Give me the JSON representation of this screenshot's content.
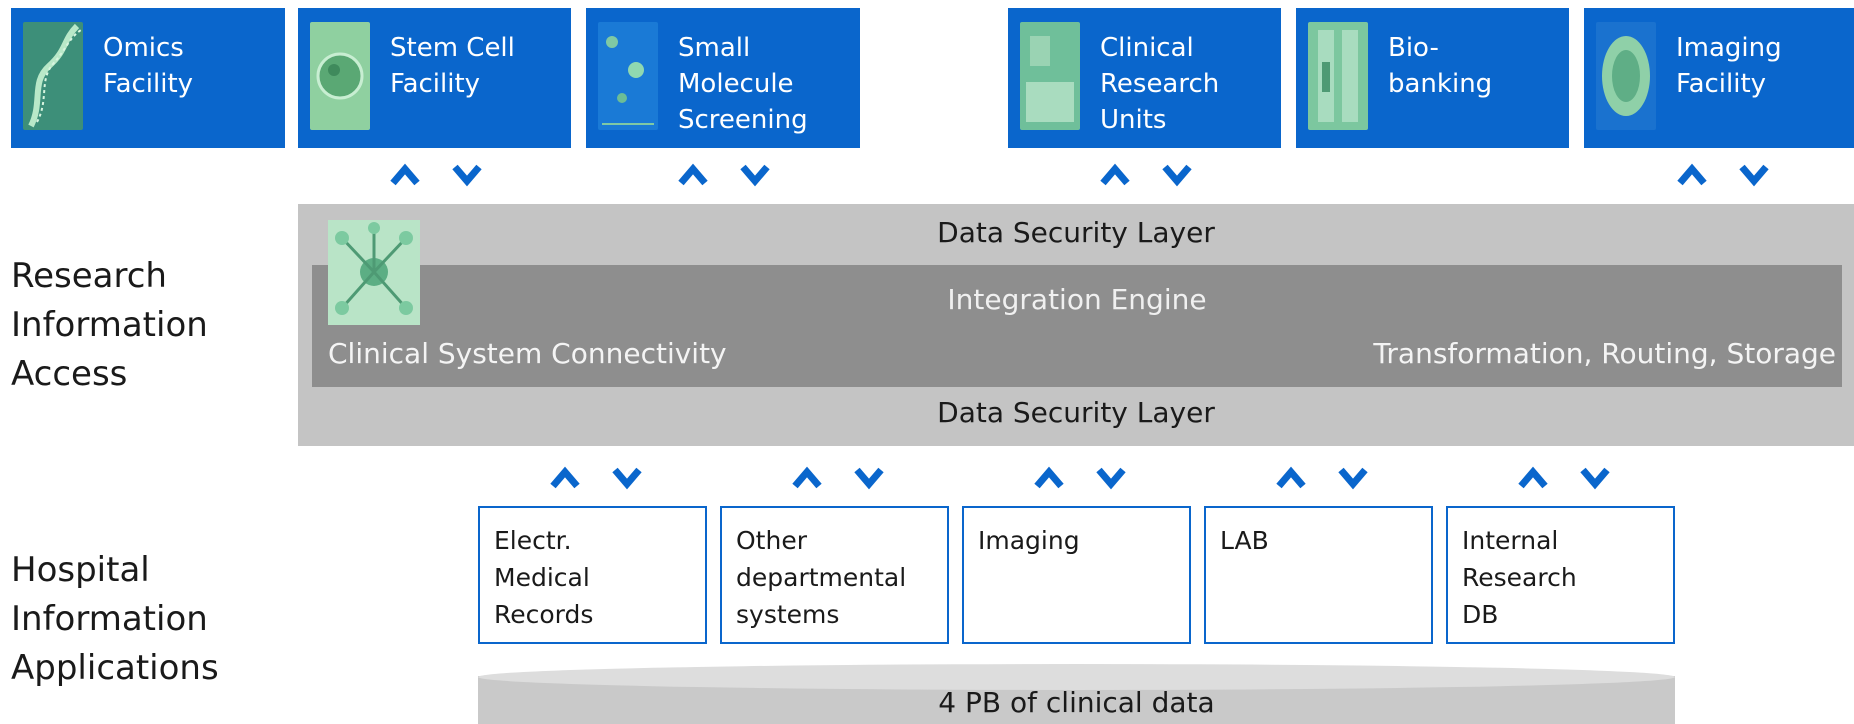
{
  "facilities": [
    {
      "lines": [
        "Omics",
        "Facility",
        ""
      ],
      "icon": "dna-strand-icon"
    },
    {
      "lines": [
        "Stem Cell",
        "Facility",
        ""
      ],
      "icon": "stem-cell-icon"
    },
    {
      "lines": [
        "Small",
        "Molecule",
        "Screening"
      ],
      "icon": "molecule-screening-icon"
    },
    {
      "lines": [
        "Clinical",
        "Research",
        "Units"
      ],
      "icon": "clinical-room-icon"
    },
    {
      "lines": [
        "Bio-",
        "banking",
        ""
      ],
      "icon": "biobank-freezer-icon"
    },
    {
      "lines": [
        "Imaging",
        "Facility",
        ""
      ],
      "icon": "brain-scan-icon"
    }
  ],
  "layers": {
    "security_top": "Data Security Layer",
    "integration_title": "Integration Engine",
    "connectivity": "Clinical System Connectivity",
    "transformation": "Transformation, Routing, Storage",
    "security_bottom": "Data Security Layer"
  },
  "sections": {
    "research": [
      "Research",
      "Information",
      "Access"
    ],
    "hospital": [
      "Hospital",
      "Information",
      "Applications"
    ]
  },
  "apps": [
    {
      "lines": [
        "Electr.",
        "Medical",
        "Records"
      ]
    },
    {
      "lines": [
        "Other",
        "departmental",
        "systems"
      ]
    },
    {
      "lines": [
        "Imaging",
        "",
        ""
      ]
    },
    {
      "lines": [
        "LAB",
        "",
        ""
      ]
    },
    {
      "lines": [
        "Internal",
        "Research",
        "DB"
      ]
    }
  ],
  "storage": "4 PB of clinical data",
  "colors": {
    "accent_blue": "#0a66cc",
    "layer_light": "#c4c4c4",
    "layer_dark": "#8e8e8e"
  }
}
